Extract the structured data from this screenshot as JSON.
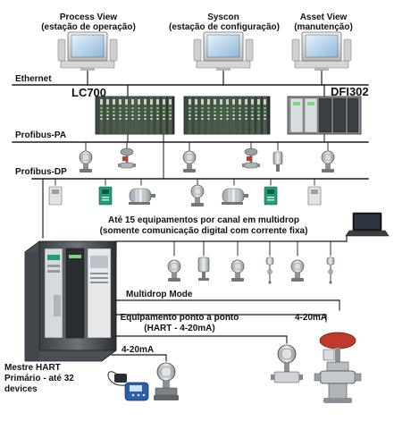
{
  "stations": {
    "process_view": {
      "title": "Process View",
      "subtitle": "(estação de operação)"
    },
    "syscon": {
      "title": "Syscon",
      "subtitle": "(estação de configuração)"
    },
    "asset_view": {
      "title": "Asset View",
      "subtitle": "(manutenção)"
    }
  },
  "networks": {
    "ethernet": "Ethernet",
    "profibus_pa": "Profibus-PA",
    "profibus_dp": "Profibus-DP"
  },
  "controllers": {
    "lc700": "LC700",
    "dfi302": "DFI302"
  },
  "multidrop": {
    "title": "Até 15 equipamentos por canal em multidrop",
    "subtitle": "(somente comunicação digital com corrente fixa)",
    "mode": "Multidrop Mode"
  },
  "point_to_point": {
    "title": "Equipamento ponto a ponto",
    "subtitle": "(HART - 4-20mA)"
  },
  "current_loops": {
    "loop_a": "4-20mA",
    "loop_b": "4-20mA"
  },
  "master": {
    "line1": "Mestre HART",
    "line2": "Primário - até 32",
    "line3": "devices"
  },
  "colors": {
    "line": "#1a1a1a",
    "rack": "#2e3a2e",
    "module_green": "#1f9d7a",
    "motor": "#c9ced3",
    "valve_red": "#c0392b"
  }
}
